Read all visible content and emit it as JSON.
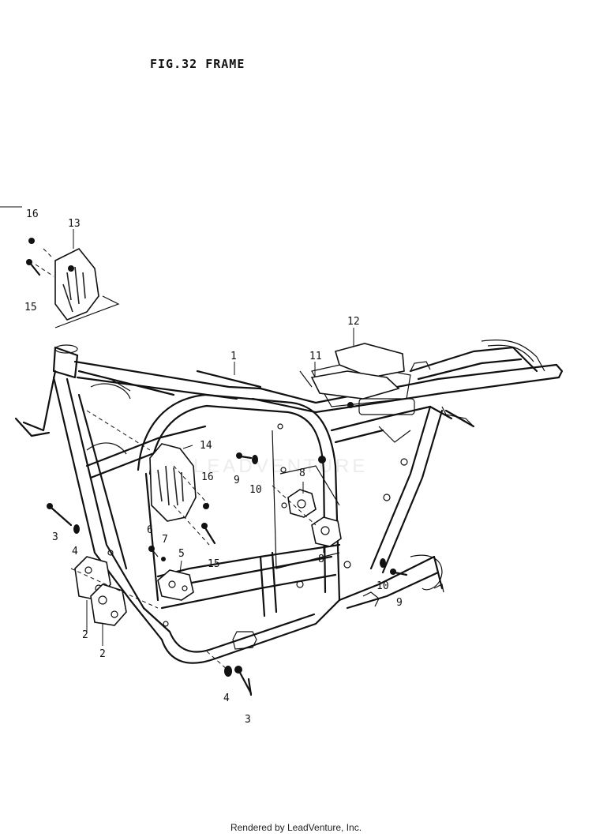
{
  "title": "FIG.32  FRAME",
  "footer": "Rendered by LeadVenture, Inc.",
  "watermark": "LEADVENTURE",
  "callouts": {
    "c1": "1",
    "c2a": "2",
    "c2b": "2",
    "c3a": "3",
    "c3b": "3",
    "c4a": "4",
    "c4b": "4",
    "c5": "5",
    "c6": "6",
    "c7": "7",
    "c8a": "8",
    "c8b": "8",
    "c9a": "9",
    "c9b": "9",
    "c10a": "10",
    "c10b": "10",
    "c11": "11",
    "c12": "12",
    "c13": "13",
    "c14": "14",
    "c15a": "15",
    "c15b": "15",
    "c16a": "16",
    "c16b": "16"
  }
}
